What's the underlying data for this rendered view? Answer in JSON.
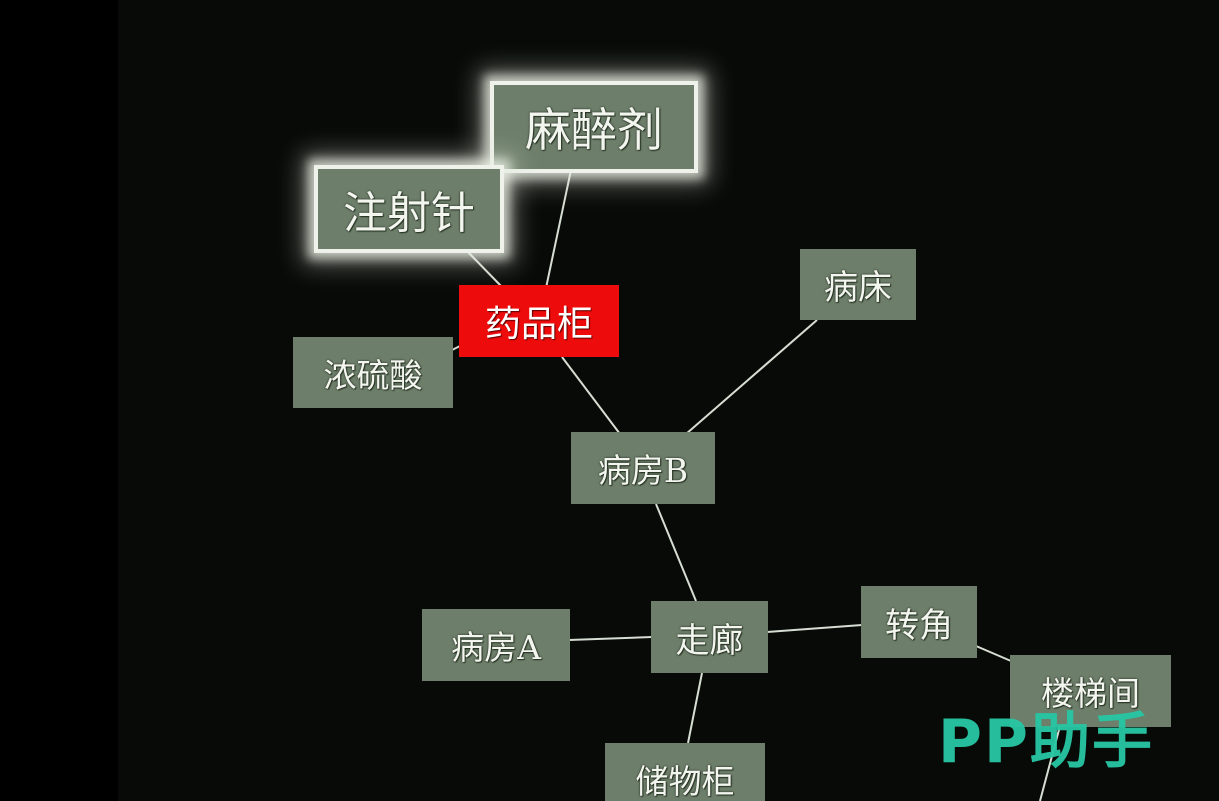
{
  "map": {
    "nodes": [
      {
        "id": "mazuiji",
        "label": "麻醉剂",
        "state": "highlighted"
      },
      {
        "id": "zhusheizhen",
        "label": "注射针",
        "state": "highlighted"
      },
      {
        "id": "yaopingui",
        "label": "药品柜",
        "state": "current"
      },
      {
        "id": "nongliusuan",
        "label": "浓硫酸",
        "state": "normal"
      },
      {
        "id": "bingchuang",
        "label": "病床",
        "state": "normal"
      },
      {
        "id": "bingfang_b",
        "label": "病房B",
        "state": "normal"
      },
      {
        "id": "zoulang",
        "label": "走廊",
        "state": "normal"
      },
      {
        "id": "bingfang_a",
        "label": "病房A",
        "state": "normal"
      },
      {
        "id": "zhuanjiao",
        "label": "转角",
        "state": "normal"
      },
      {
        "id": "loutijian",
        "label": "楼梯间",
        "state": "normal"
      },
      {
        "id": "chuwugui",
        "label": "储物柜",
        "state": "normal"
      }
    ],
    "links": [
      [
        "mazuiji",
        "yaopingui"
      ],
      [
        "zhusheizhen",
        "yaopingui"
      ],
      [
        "nongliusuan",
        "yaopingui"
      ],
      [
        "yaopingui",
        "bingfang_b"
      ],
      [
        "bingchuang",
        "bingfang_b"
      ],
      [
        "bingfang_b",
        "zoulang"
      ],
      [
        "bingfang_a",
        "zoulang"
      ],
      [
        "zoulang",
        "zhuanjiao"
      ],
      [
        "zoulang",
        "chuwugui"
      ],
      [
        "zhuanjiao",
        "loutijian"
      ],
      [
        "loutijian",
        "offscreen"
      ]
    ],
    "colors": {
      "node_fill": "#6d7e6a",
      "current_fill": "#ee0b0b",
      "link": "#d6ddd2",
      "glow": "#eef2ea"
    }
  },
  "watermark": {
    "text": "PP助手"
  }
}
